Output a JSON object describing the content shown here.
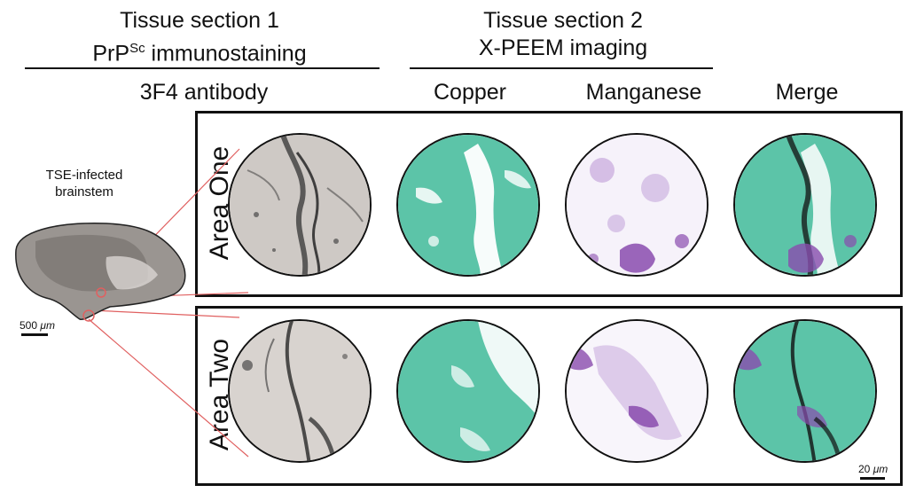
{
  "header": {
    "section1": {
      "line1": "Tissue section 1",
      "line2_main": "PrP",
      "line2_sup": "Sc",
      "line2_rest": " immunostaining"
    },
    "section2": {
      "line1": "Tissue section 2",
      "line2": "X-PEEM imaging"
    }
  },
  "columns": {
    "antibody": "3F4 antibody",
    "copper": "Copper",
    "manganese": "Manganese",
    "merge": "Merge"
  },
  "areas": {
    "one": "Area One",
    "two": "Area Two"
  },
  "brainstem": {
    "label_line1": "TSE-infected",
    "label_line2": "brainstem",
    "scale_value": "500",
    "scale_unit": "μm"
  },
  "scale_small": {
    "value": "20",
    "unit": "μm"
  },
  "colors": {
    "copper": "#5cc4a8",
    "manganese": "#8a4cae",
    "stain": "#222222",
    "tissue_gray": "#cfcac6",
    "connector_red": "#e06060"
  }
}
